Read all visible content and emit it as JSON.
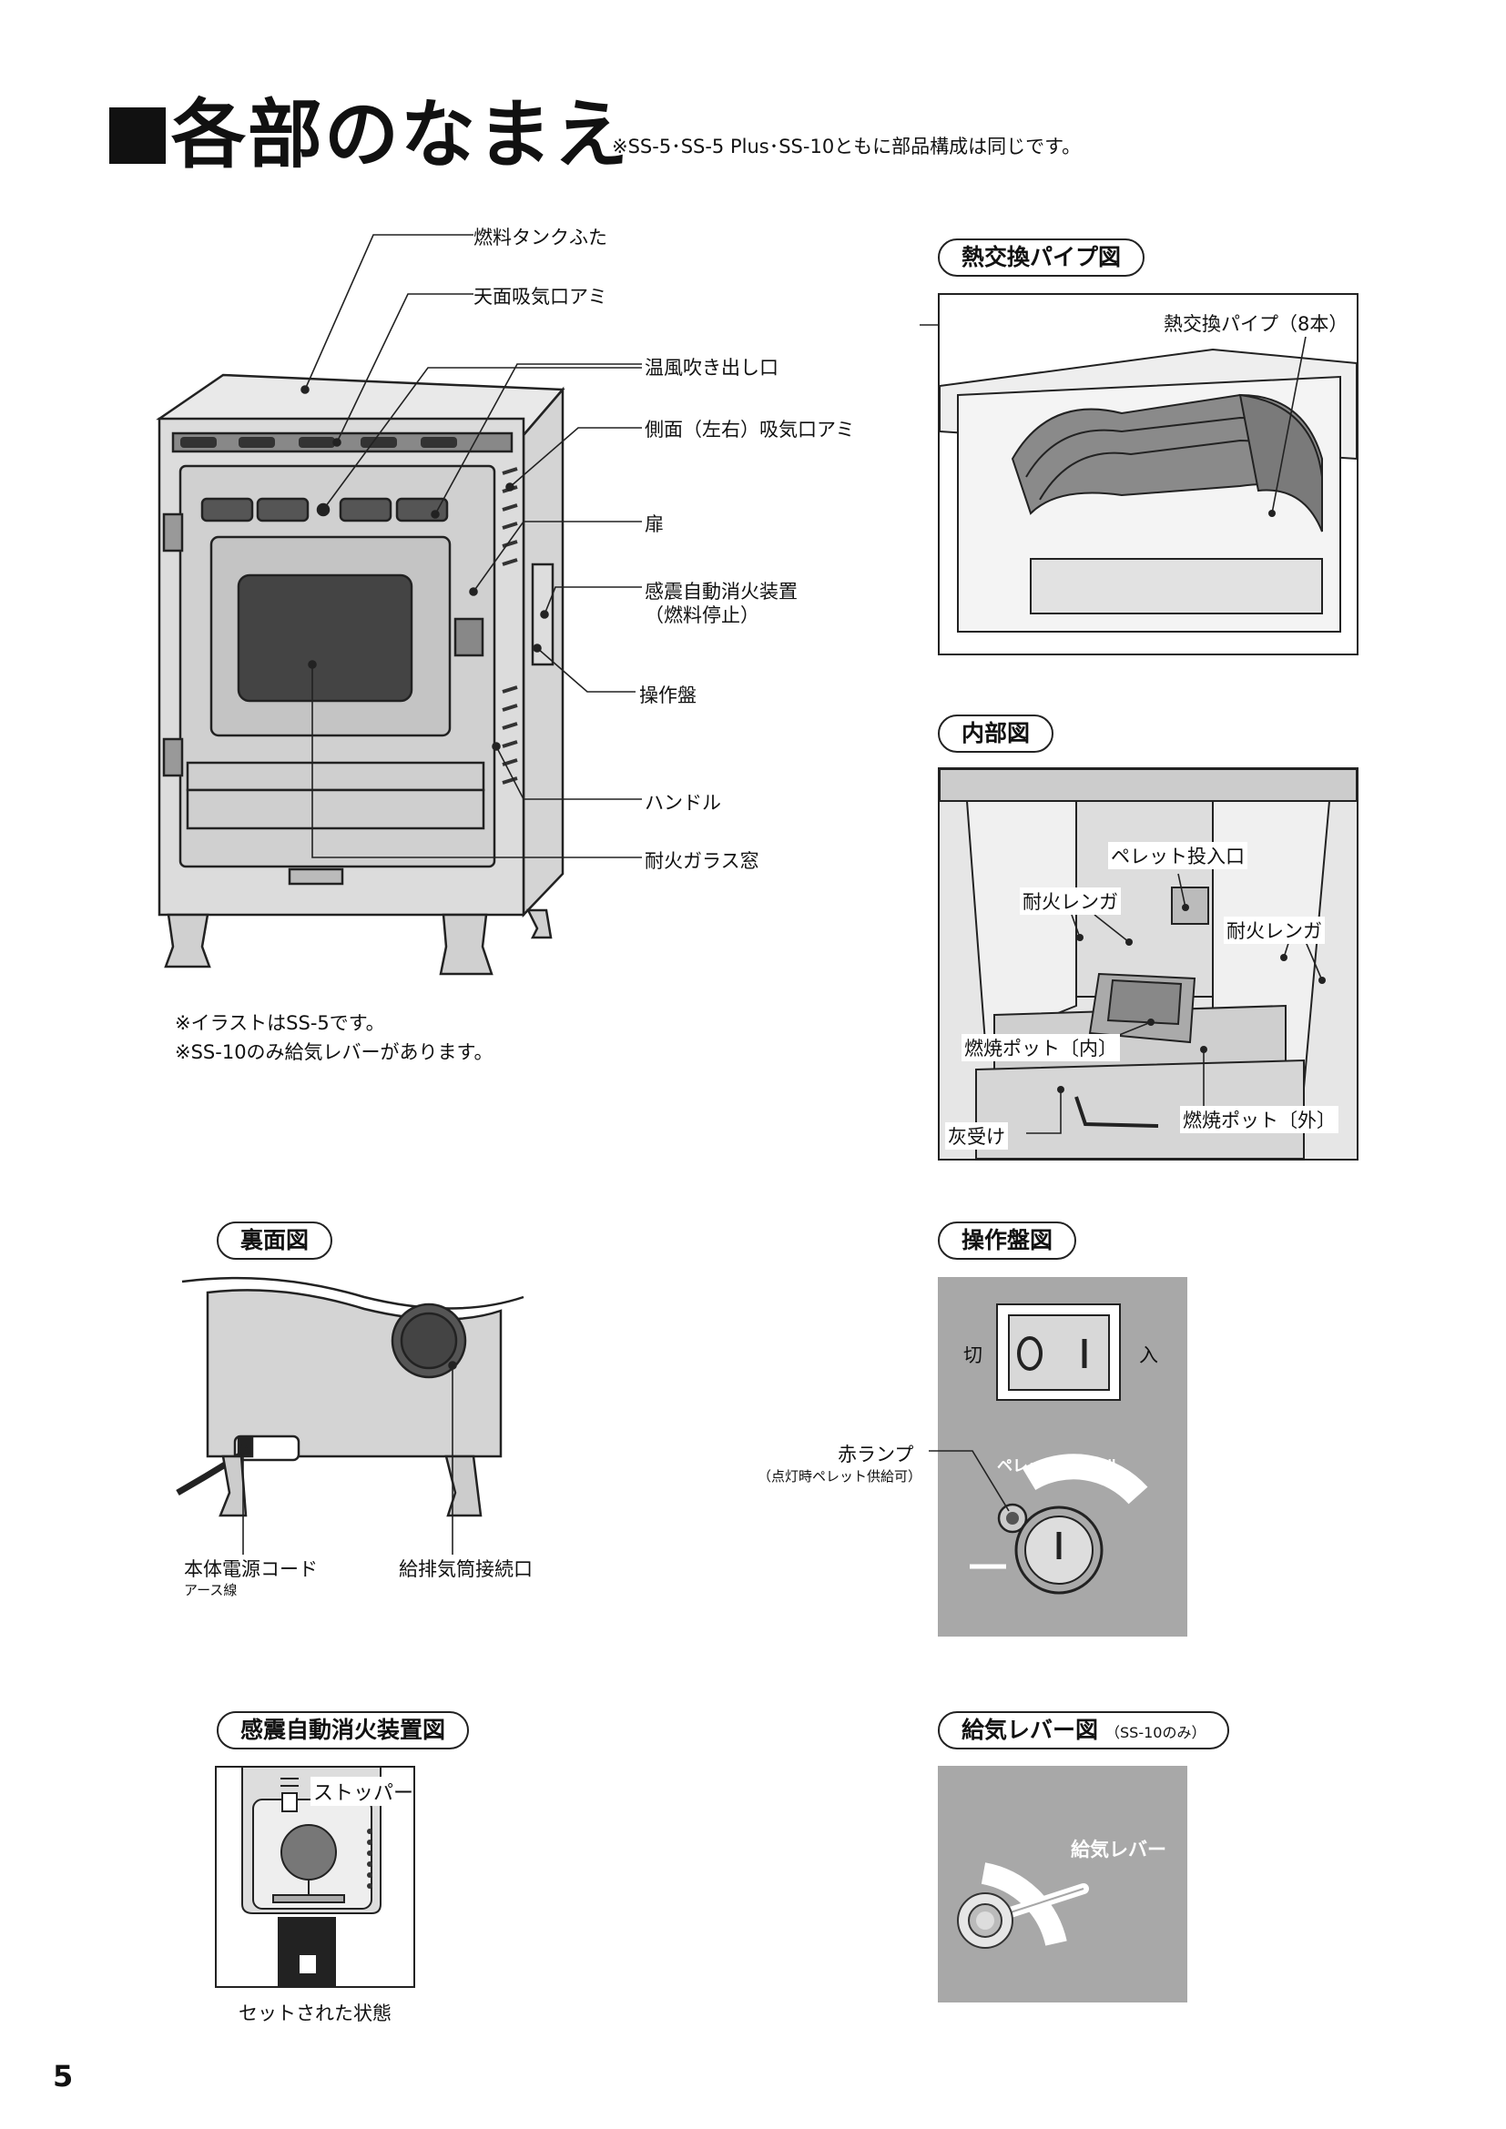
{
  "header": {
    "title": "各部のなまえ",
    "note": "※SS-5･SS-5 Plus･SS-10ともに部品構成は同じです。"
  },
  "main_stove": {
    "labels": {
      "tank_lid": "燃料タンクふた",
      "top_intake_mesh": "天面吸気口アミ",
      "warm_air_outlet": "温風吹き出し口",
      "side_intake_mesh": "側面（左右）吸気口アミ",
      "door": "扉",
      "quake_device_1": "感震自動消火装置",
      "quake_device_2": "（燃料停止）",
      "control_panel": "操作盤",
      "handle": "ハンドル",
      "glass_window": "耐火ガラス窓"
    },
    "notes": [
      "※イラストはSS-5です。",
      "※SS-10のみ給気レバーがあります。"
    ]
  },
  "heat_pipe": {
    "title": "熱交換パイプ図",
    "label": "熱交換パイプ（8本）"
  },
  "interior": {
    "title": "内部図",
    "labels": {
      "pellet_inlet": "ペレット投入口",
      "firebrick_left": "耐火レンガ",
      "firebrick_right": "耐火レンガ",
      "pot_inner": "燃焼ポット〔内〕",
      "ash_tray": "灰受け",
      "pot_outer": "燃焼ポット〔外〕"
    }
  },
  "rear": {
    "title": "裏面図",
    "labels": {
      "power_cord": "本体電源コード",
      "earth": "アース線",
      "flue_port": "給排気筒接続口"
    }
  },
  "panel": {
    "title": "操作盤図",
    "switch_off_symbol": "O",
    "switch_on_symbol": "I",
    "off_label": "切",
    "on_label": "入",
    "lamp_label": "赤ランプ",
    "lamp_note": "（点灯時ペレット供給可）",
    "dial_label": "ペレットダイヤル"
  },
  "quake": {
    "title": "感震自動消火装置図",
    "stopper": "ストッパー",
    "caption": "セットされた状態"
  },
  "air_lever": {
    "title": "給気レバー図",
    "note": "（SS-10のみ）",
    "label": "給気レバー"
  },
  "page_number": "5"
}
